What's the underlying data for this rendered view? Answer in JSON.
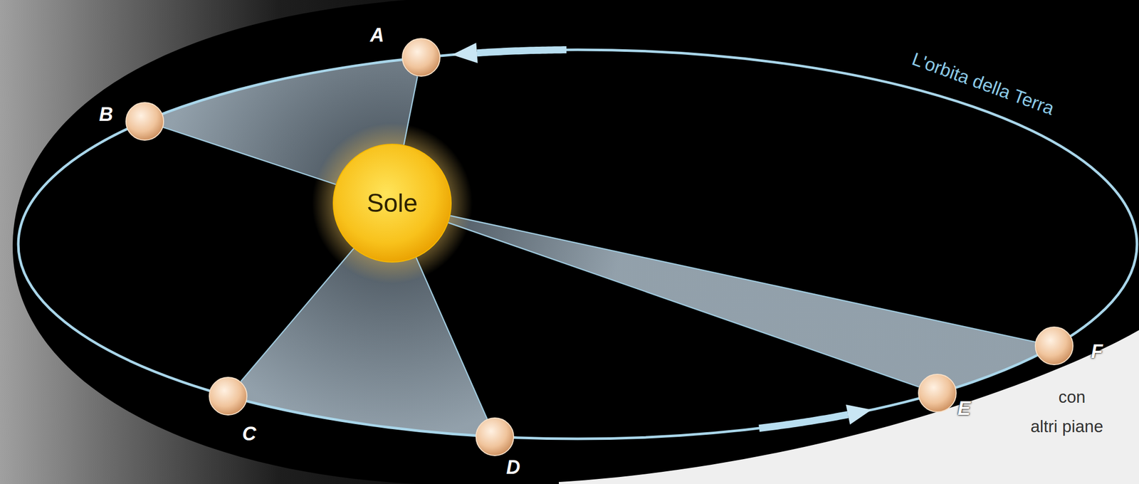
{
  "diagram": {
    "nodes": [
      {
        "text": [
          "Sole"
        ]
      },
      {
        "text": [
          "A"
        ]
      },
      {
        "text": [
          "B"
        ]
      },
      {
        "text": [
          "C"
        ]
      },
      {
        "text": [
          "D"
        ]
      },
      {
        "text": [
          "E"
        ]
      },
      {
        "text": [
          "F"
        ]
      }
    ],
    "edges": [
      {
        "from": 0,
        "to": 1,
        "arrow": "none"
      },
      {
        "from": 0,
        "to": 2,
        "arrow": "none"
      },
      {
        "from": 0,
        "to": 3,
        "arrow": "none"
      },
      {
        "from": 0,
        "to": 4,
        "arrow": "none"
      },
      {
        "from": 0,
        "to": 5,
        "arrow": "none"
      },
      {
        "from": 0,
        "to": 6,
        "arrow": "none"
      }
    ],
    "labels": [
      "L'orbita della Terra",
      "con",
      "altri piane"
    ]
  }
}
